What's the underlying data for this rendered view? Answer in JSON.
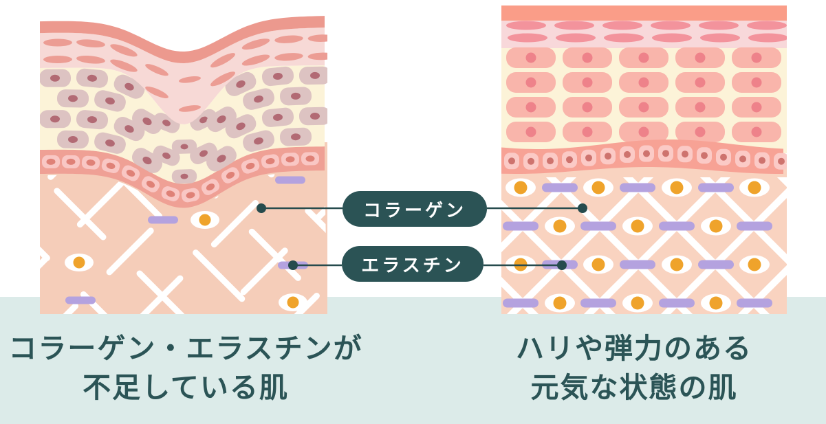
{
  "labels": {
    "collagen": "コラーゲン",
    "elastin": "エラスチン"
  },
  "captions": {
    "left": {
      "line1": "コラーゲン・エラスチンが",
      "line2": "不足している肌"
    },
    "right": {
      "line1": "ハリや弾力のある",
      "line2": "元気な状態の肌"
    }
  },
  "colors": {
    "teal": "#2b5355",
    "teal_line": "#264b4d",
    "caption_text": "#2b5456",
    "mint_band": "#dcebe9",
    "cream": "#fcf3d8",
    "orange": "#efa32b",
    "purple": "#b4a2df",
    "left": {
      "band": "#ec998e",
      "pink": "#f7d9d6",
      "lens": "#ec9d94",
      "cell": "#ddc3c2",
      "nucleus": "#b26a74",
      "basal": "#efa095",
      "basal_cell": "#f9c7c4",
      "basal_nucleus": "#df8177",
      "dermis": "#f5cdb9"
    },
    "right": {
      "band": "#fa9d88",
      "pink": "#f8d8da",
      "lens": "#f3939c",
      "cell": "#f9b5ab",
      "nucleus": "#ee828a",
      "basal": "#f7a295",
      "basal_cell": "#fbcac6",
      "basal_nucleus": "#ce736e",
      "dermis": "#f9d3c0"
    }
  }
}
